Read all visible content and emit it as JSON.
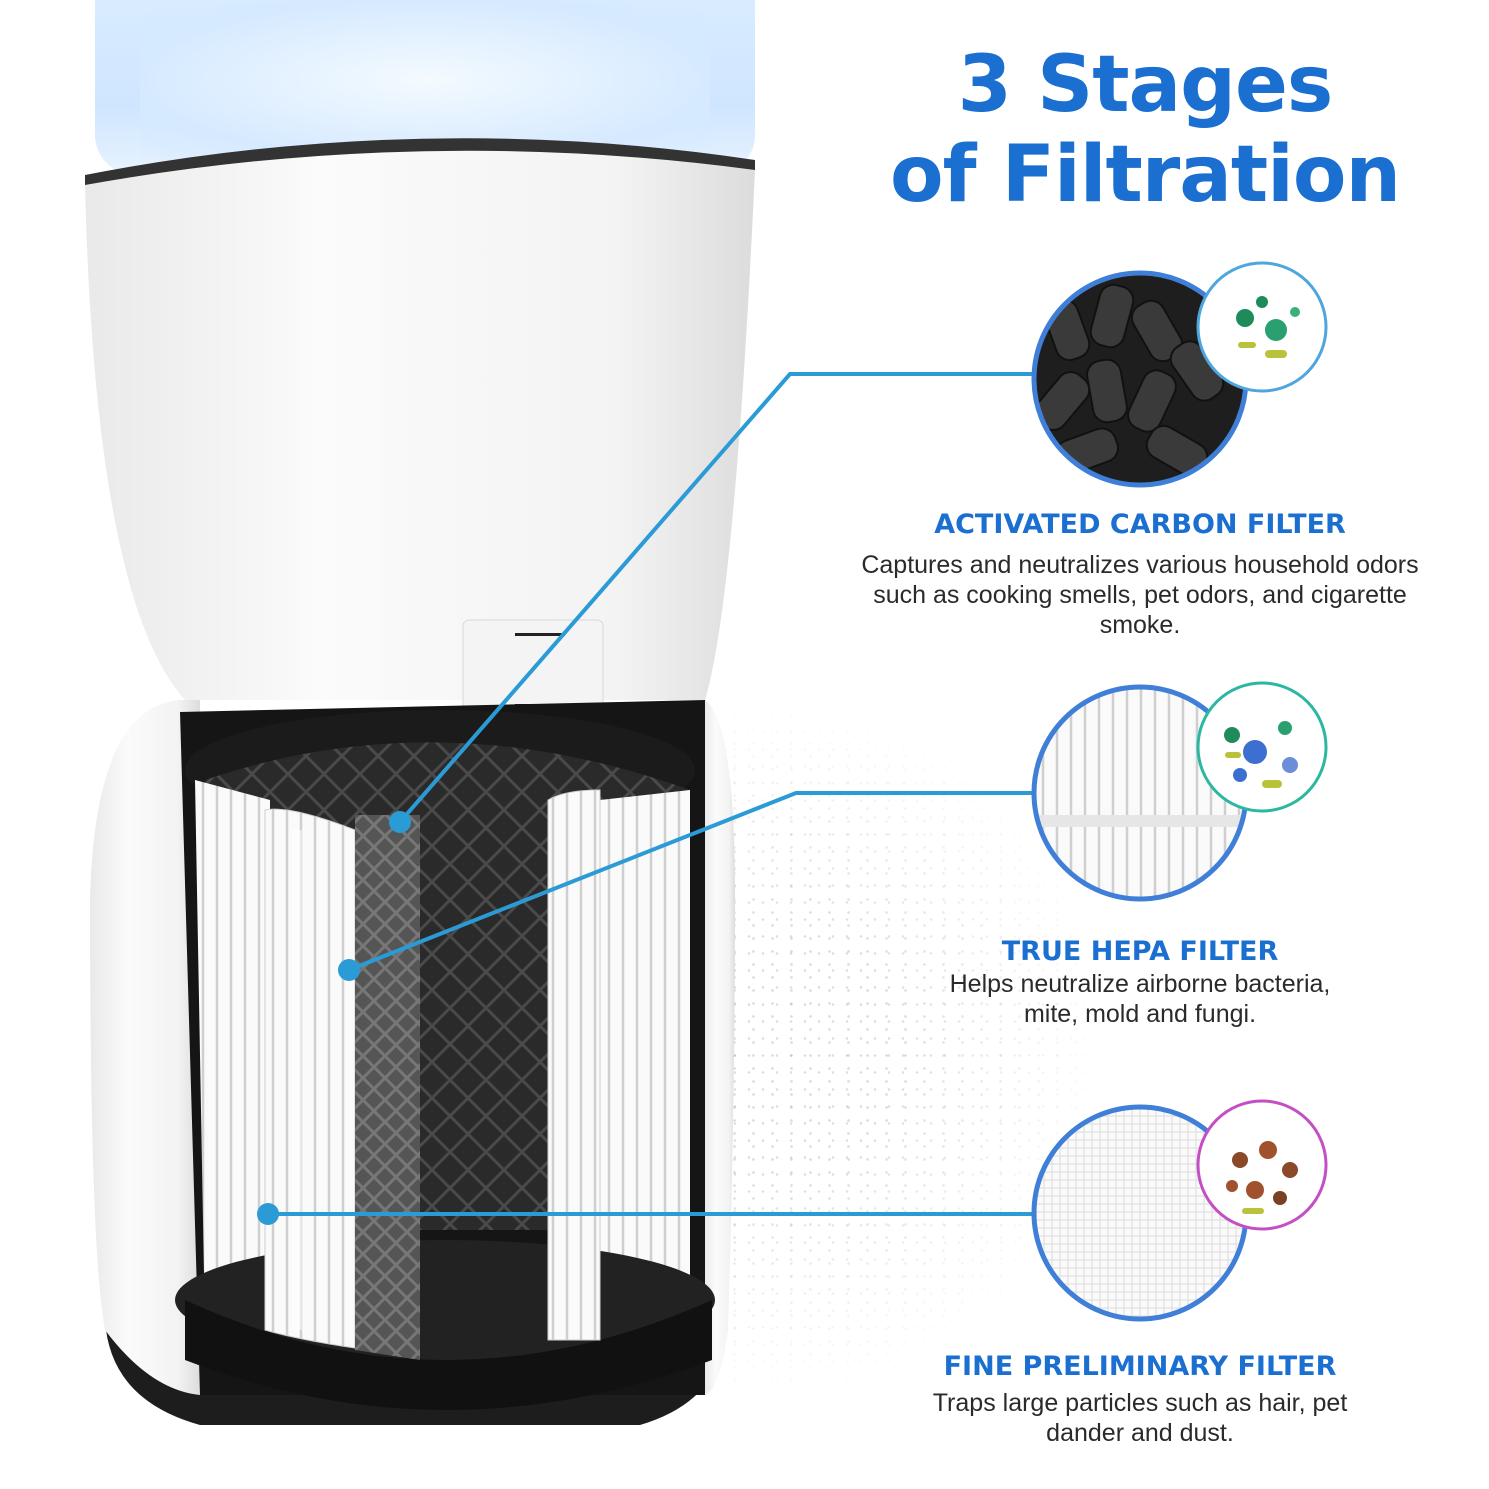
{
  "title": {
    "line1": "3 Stages",
    "line2": "of Filtration"
  },
  "filters": [
    {
      "name": "ACTIVATED CARBON FILTER",
      "description": "Captures and neutralizes various household odors such as cooking smells, pet odors, and cigarette smoke."
    },
    {
      "name": "TRUE HEPA FILTER",
      "description": "Helps neutralize airborne bacteria, mite, mold and fungi."
    },
    {
      "name": "FINE PRELIMINARY FILTER",
      "description": "Traps large particles such as hair, pet dander and dust."
    }
  ],
  "colors": {
    "accent": "#1a6fd1",
    "leader_line": "#2b9bd6",
    "ring_carbon": "#3aa0d8",
    "ring_hepa": "#2bb7a0",
    "ring_pre": "#c44fc4"
  }
}
